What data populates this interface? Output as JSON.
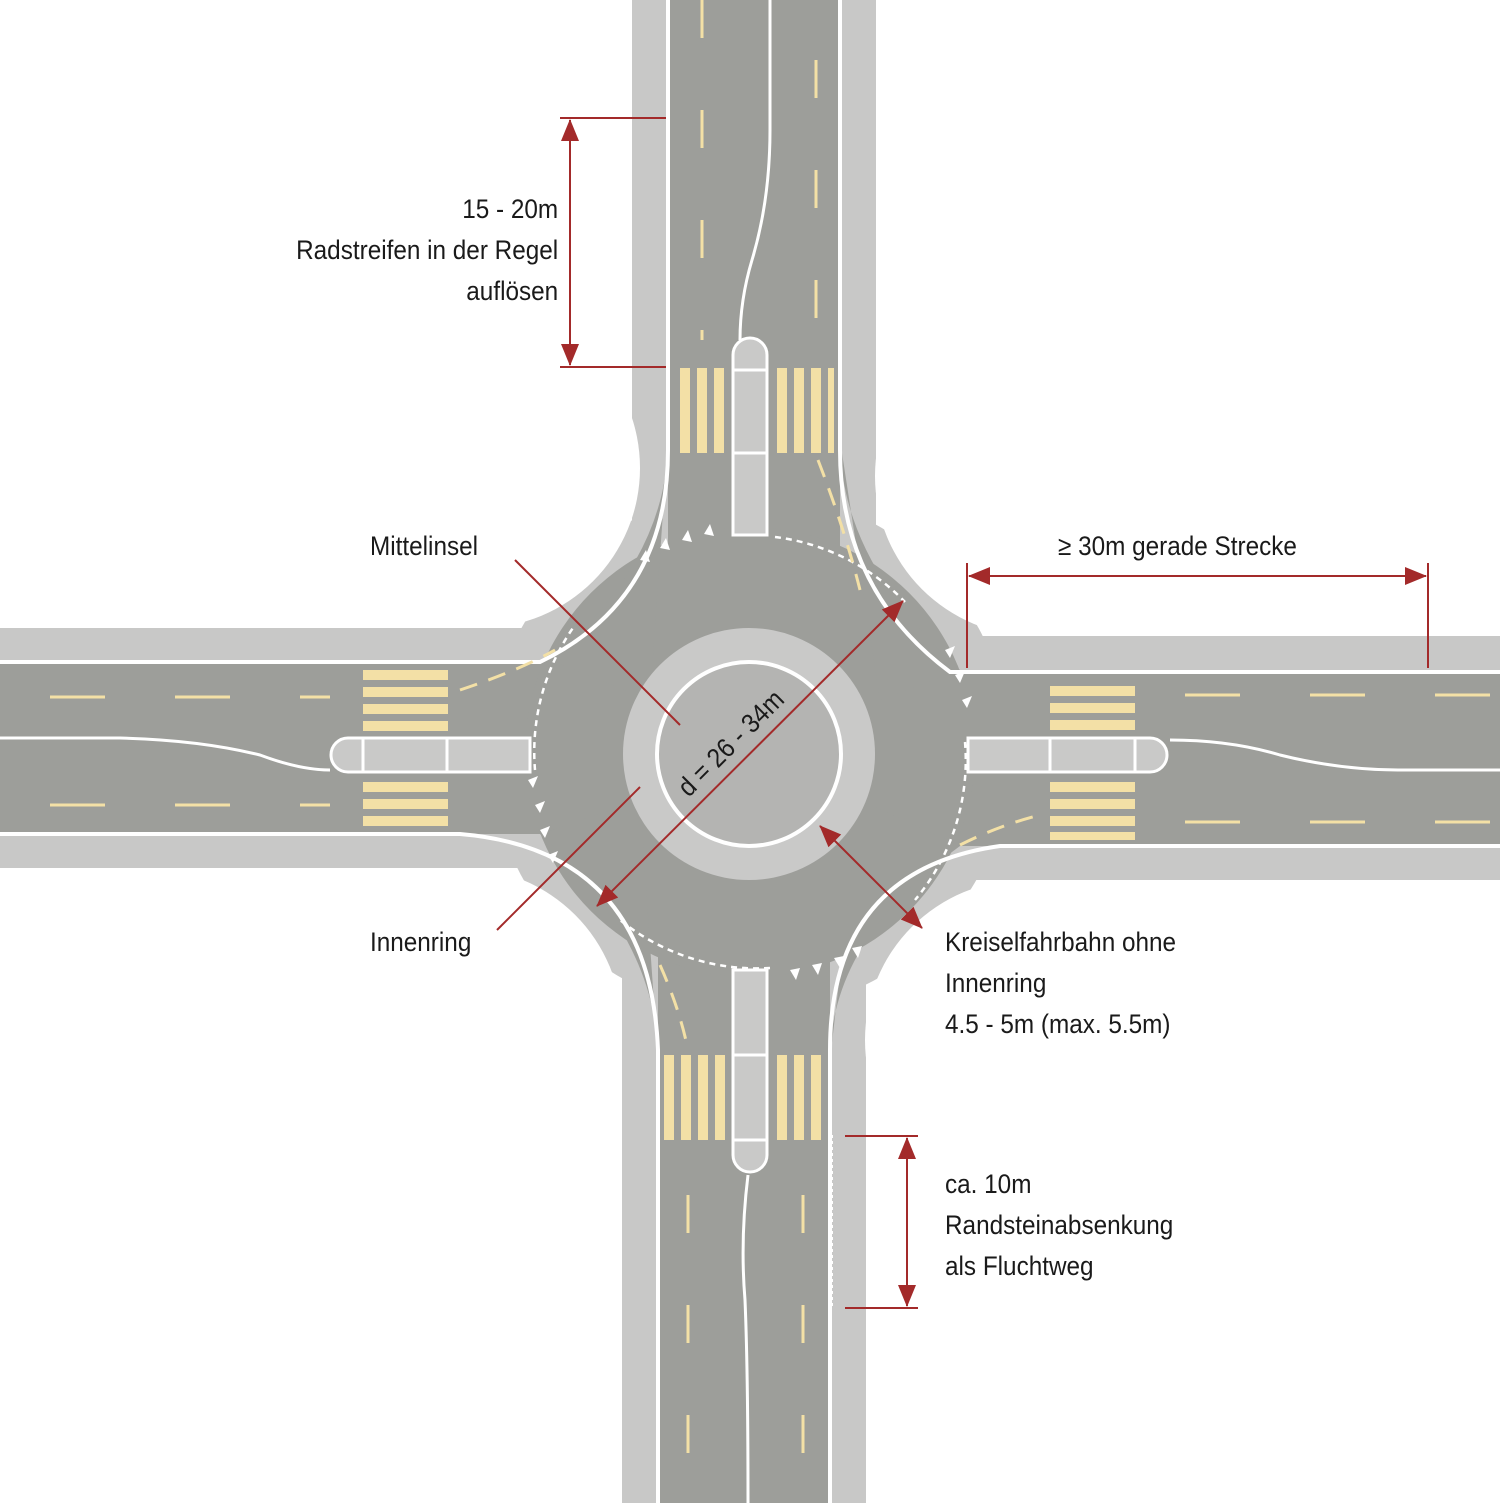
{
  "labels": {
    "top_distance": [
      "15 - 20m",
      "Radstreifen in der Regel",
      "auflösen"
    ],
    "mittelinsel": "Mittelinsel",
    "straight_stretch": "≥ 30m gerade Strecke",
    "diameter": "d = 26 - 34m",
    "innenring": "Innenring",
    "kreiselfahrbahn": [
      "Kreiselfahrbahn ohne",
      "Innenring",
      "4.5 - 5m (max. 5.5m)"
    ],
    "curb_lowering": [
      "ca. 10m",
      "Randsteinabsenkung",
      "als Fluchtweg"
    ]
  },
  "colors": {
    "road": "#9d9e9a",
    "sidewalk": "#c8c8c7",
    "island": "#c9c9c8",
    "marking_white": "#ffffff",
    "marking_yellow": "#f3e0a6",
    "dimension": "#a32a2a",
    "text": "#1a1a1a",
    "background": "#ffffff"
  }
}
